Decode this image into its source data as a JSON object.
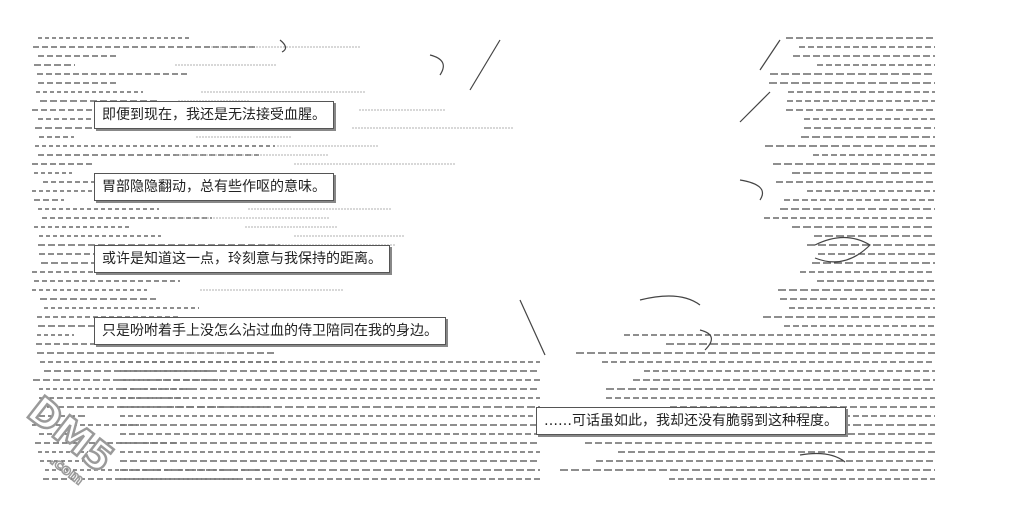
{
  "captions": [
    "即便到现在，我还是无法接受血腥。",
    "胃部隐隐翻动，总有些作呕的意味。",
    "或许是知道这一点，玲刻意与我保持的距离。",
    "只是吩咐着手上没怎么沾过血的侍卫陪同在我的身边。",
    "……可话虽如此，我却还没有脆弱到这种程度。"
  ],
  "watermark": {
    "text": "DM5",
    "suffix": ".com",
    "color": "#9a9a9a"
  }
}
